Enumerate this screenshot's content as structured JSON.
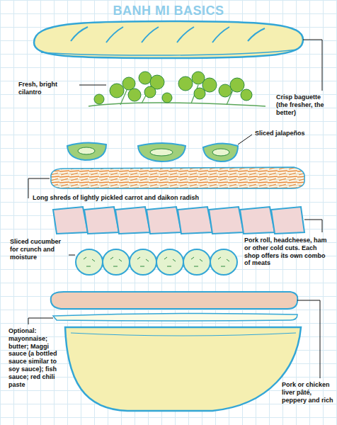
{
  "diagram": {
    "title": "BANH MI BASICS",
    "labels": [
      "Fresh, bright cilantro",
      "Crisp baguette (the fresher, the better)",
      "Sliced jalapeños",
      "Long shreds of lightly pickled carrot and daikon radish",
      "Pork roll, headcheese, ham or other cold cuts. Each shop offers its own combo of meats",
      "Sliced cucumber for crunch and moisture",
      "Optional: mayonnaise; butter; Maggi sauce (a bottled sauce similar to soy sauce); fish sauce; red chili paste",
      "Pork or chicken liver pâté, peppery and rich"
    ]
  }
}
